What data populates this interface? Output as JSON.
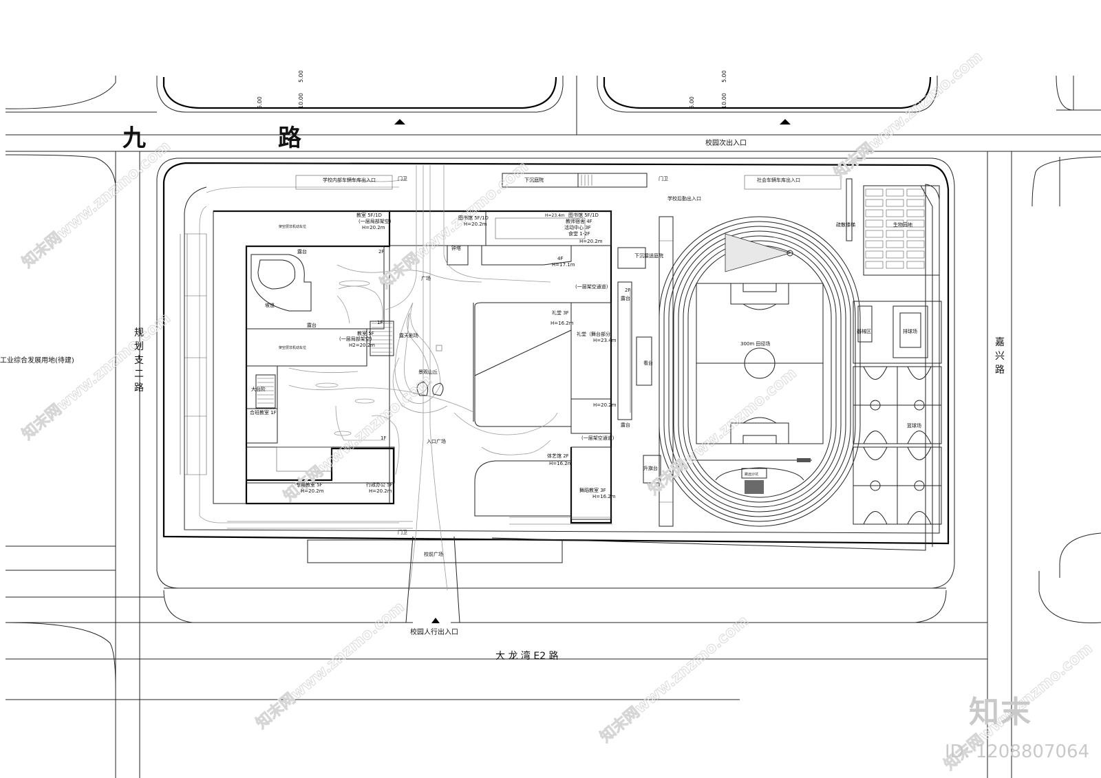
{
  "roads": {
    "north": "九　　　　　　路",
    "north_1": "九",
    "north_2": "路",
    "west": "规划支二路",
    "east": "嘉兴路",
    "south": "大 龙 湾 E2 路"
  },
  "dimensions": {
    "d1": "5.00",
    "d2": "10.00",
    "d3": "5.00"
  },
  "site_labels": {
    "land_use_west": "工业综合发展用地(待建)",
    "secondary_entrance": "校园次出入口",
    "main_entrance": "校园人行出入口",
    "internal_parking_entrance": "学校内部车辆车库出入口",
    "social_parking_entrance": "社会车辆车库出入口",
    "logistics_entrance": "学校后勤出入口",
    "gate_north_west": "门卫",
    "gate_north_east": "门卫",
    "gate_south": "门卫",
    "sunken_court": "下沉庭院",
    "sunken_court_2": "下沉接送庭院",
    "front_plaza": "校前广场",
    "entrance_plaza": "入口广场",
    "plaza": "广场",
    "open_theater": "露天剧场",
    "landscape_hill": "景观山丘",
    "ramp": "坡道",
    "terrace_1": "露台",
    "terrace_2": "露台",
    "terrace_3": "露台",
    "terrace_4": "露台",
    "big_stairs": "大台阶",
    "clock_tower": "钟塔",
    "flagpole": "升旗台",
    "stands": "看台",
    "track": "300m 田径场",
    "sand_pit": "跳远沙坑",
    "evac_stairs": "疏散楼梯",
    "bio_garden": "生物园地",
    "equipment_area": "器械区",
    "volleyball": "排球场",
    "basketball": "篮球场"
  },
  "buildings": {
    "classroom_a": "教室 5F/1D",
    "classroom_a_note": "(一层局部架空)",
    "classroom_a_h": "H=20.2m",
    "parking_a": "架空层非机动车位",
    "library": "图书馆 5F/1D",
    "library_h": "H=20.2m",
    "library_b": "图书馆 5F/1D",
    "library_b_h": "H=23.4m",
    "dorm": "教师宿舍 4F",
    "activity": "活动中心 3F",
    "canteen": "食堂 1-2F",
    "canteen_h": "H=20.2m",
    "fl_4f": "4F",
    "fl_4f_h": "H=17.1m",
    "fl_2f_a": "2F",
    "fl_2f_b": "2F",
    "fl_1f_a": "1F",
    "fl_1f_b": "1F",
    "open_passage_1": "(一层架空通道)",
    "open_passage_2": "(一层架空通道)",
    "auditorium": "礼堂 3F",
    "auditorium_h": "H=16.2m",
    "auditorium_stage": "礼堂（舞台部分）",
    "auditorium_stage_h": "H=23.4m",
    "h_20": "H=20.2m",
    "classroom_b": "教室 5F",
    "classroom_b_note": "(一层局部架空)",
    "classroom_b_h": "H2=20.2m",
    "parking_b": "架空层非机动车位",
    "lecture": "合班教室 1F",
    "special_class": "专用教室 5F",
    "special_class_h": "H=20.2m",
    "admin": "行政办公 5F",
    "admin_h": "H=20.2m",
    "arts": "体艺馆  2F",
    "arts_h": "H=16.2m",
    "dance": "舞蹈教室  3F",
    "dance_h": "H=16.2m"
  },
  "watermark": {
    "logo": "知末",
    "id": "ID: 1208807064",
    "url": "知末网www.znzmo.com"
  }
}
